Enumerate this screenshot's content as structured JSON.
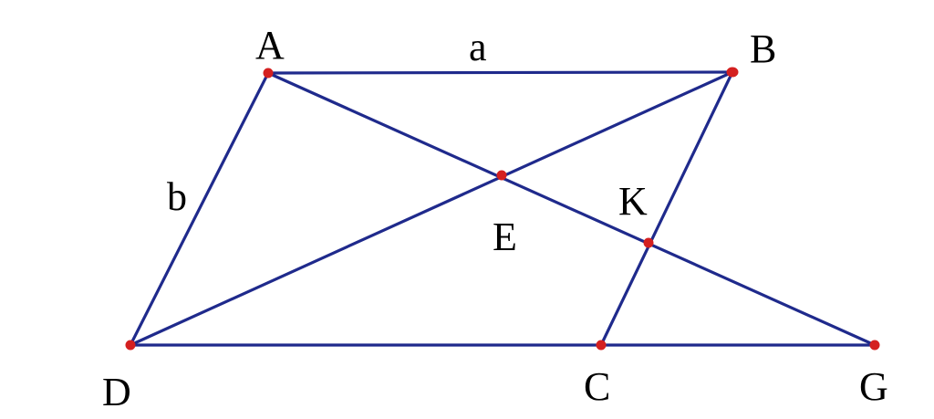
{
  "figure": {
    "line_color": "#1f2a8c",
    "point_color": "#d42020",
    "labels": {
      "A": "A",
      "B": "B",
      "C": "C",
      "D": "D",
      "E": "E",
      "G": "G",
      "K": "K",
      "side_a": "a",
      "side_b": "b"
    },
    "points": [
      "A",
      "B",
      "C",
      "D",
      "E",
      "G",
      "K"
    ],
    "segments": [
      [
        "A",
        "B"
      ],
      [
        "B",
        "C"
      ],
      [
        "C",
        "D"
      ],
      [
        "D",
        "A"
      ],
      [
        "A",
        "G"
      ],
      [
        "B",
        "D"
      ],
      [
        "C",
        "G"
      ]
    ]
  }
}
